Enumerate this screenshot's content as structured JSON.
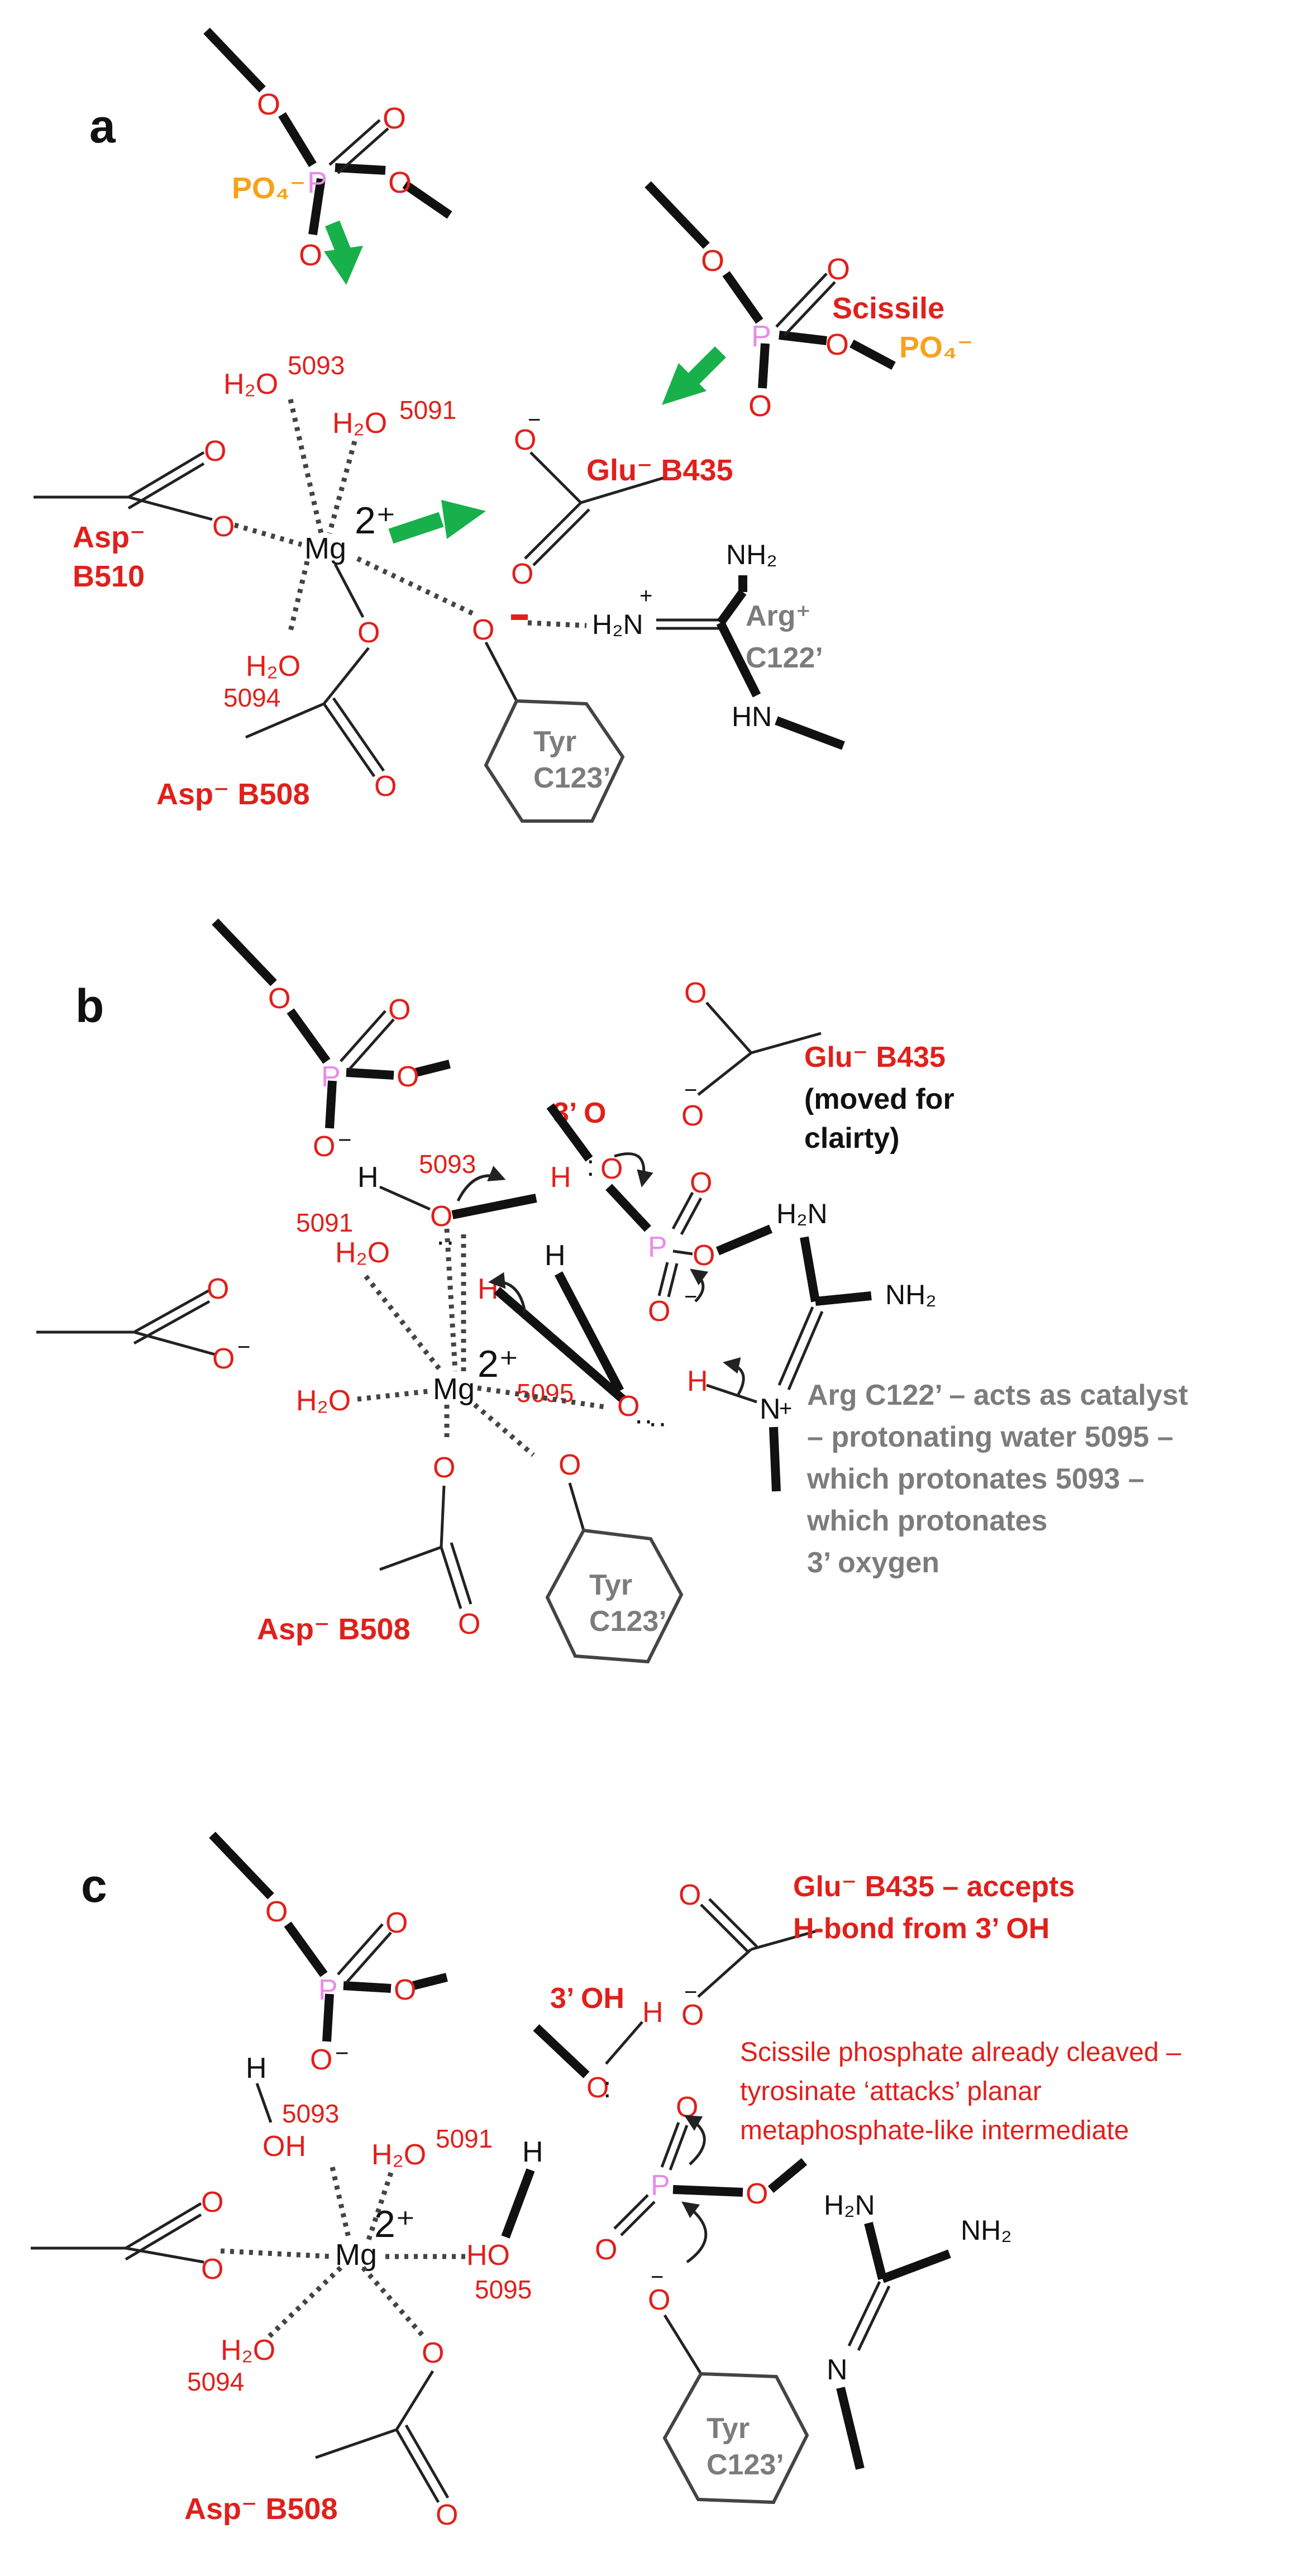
{
  "panels": {
    "a": {
      "letter": "a"
    },
    "b": {
      "letter": "b"
    },
    "c": {
      "letter": "c"
    }
  },
  "atoms": {
    "O": "O",
    "P": "P",
    "Mg": "Mg",
    "H": "H",
    "N": "N",
    "H2O": "H₂O",
    "OH": "OH",
    "HO": "HO",
    "NH2": "NH₂",
    "H2N": "H₂N",
    "HN": "HN",
    "minus": "−",
    "plus": "+",
    "lone_pair": ":",
    "lone_pair_h": "··"
  },
  "labels": {
    "po4": "PO₄⁻",
    "scissile": "Scissile",
    "charge_2plus": "2⁺",
    "asp_b510_1": "Asp⁻",
    "asp_b510_2": "B510",
    "asp_b508": "Asp⁻ B508",
    "glu_b435": "Glu⁻ B435",
    "arg_1": "Arg⁺",
    "arg_2": "C122’",
    "arg_plain": "Arg C122’",
    "tyr_1": "Tyr",
    "tyr_2": "C123’",
    "moved_1": "(moved for",
    "moved_2": "clairty)",
    "three_prime_o": "3’ O",
    "three_prime_oh": "3’ OH",
    "w5093": "5093",
    "w5091": "5091",
    "w5094": "5094",
    "w5095": "5095"
  },
  "notes": {
    "arg_catalyst": [
      "Arg C122’ – acts as catalyst",
      "– protonating water 5095 –",
      "which protonates 5093 –",
      "which protonates",
      "3’ oxygen"
    ],
    "glu_accepts": [
      "Glu⁻ B435 – accepts",
      "H-bond from 3’ OH"
    ],
    "scissile_cleaved": [
      "Scissile phosphate  already cleaved –",
      "tyrosinate ‘attacks’ planar",
      "metaphosphate-like intermediate"
    ]
  },
  "colors": {
    "label_red": "#e0201c",
    "atom_pink": "#e98be8",
    "po4_orange": "#f5a31a",
    "residue_gray": "#7c7c7c",
    "arrow_green": "#17b04a",
    "bond_black": "#111111"
  }
}
